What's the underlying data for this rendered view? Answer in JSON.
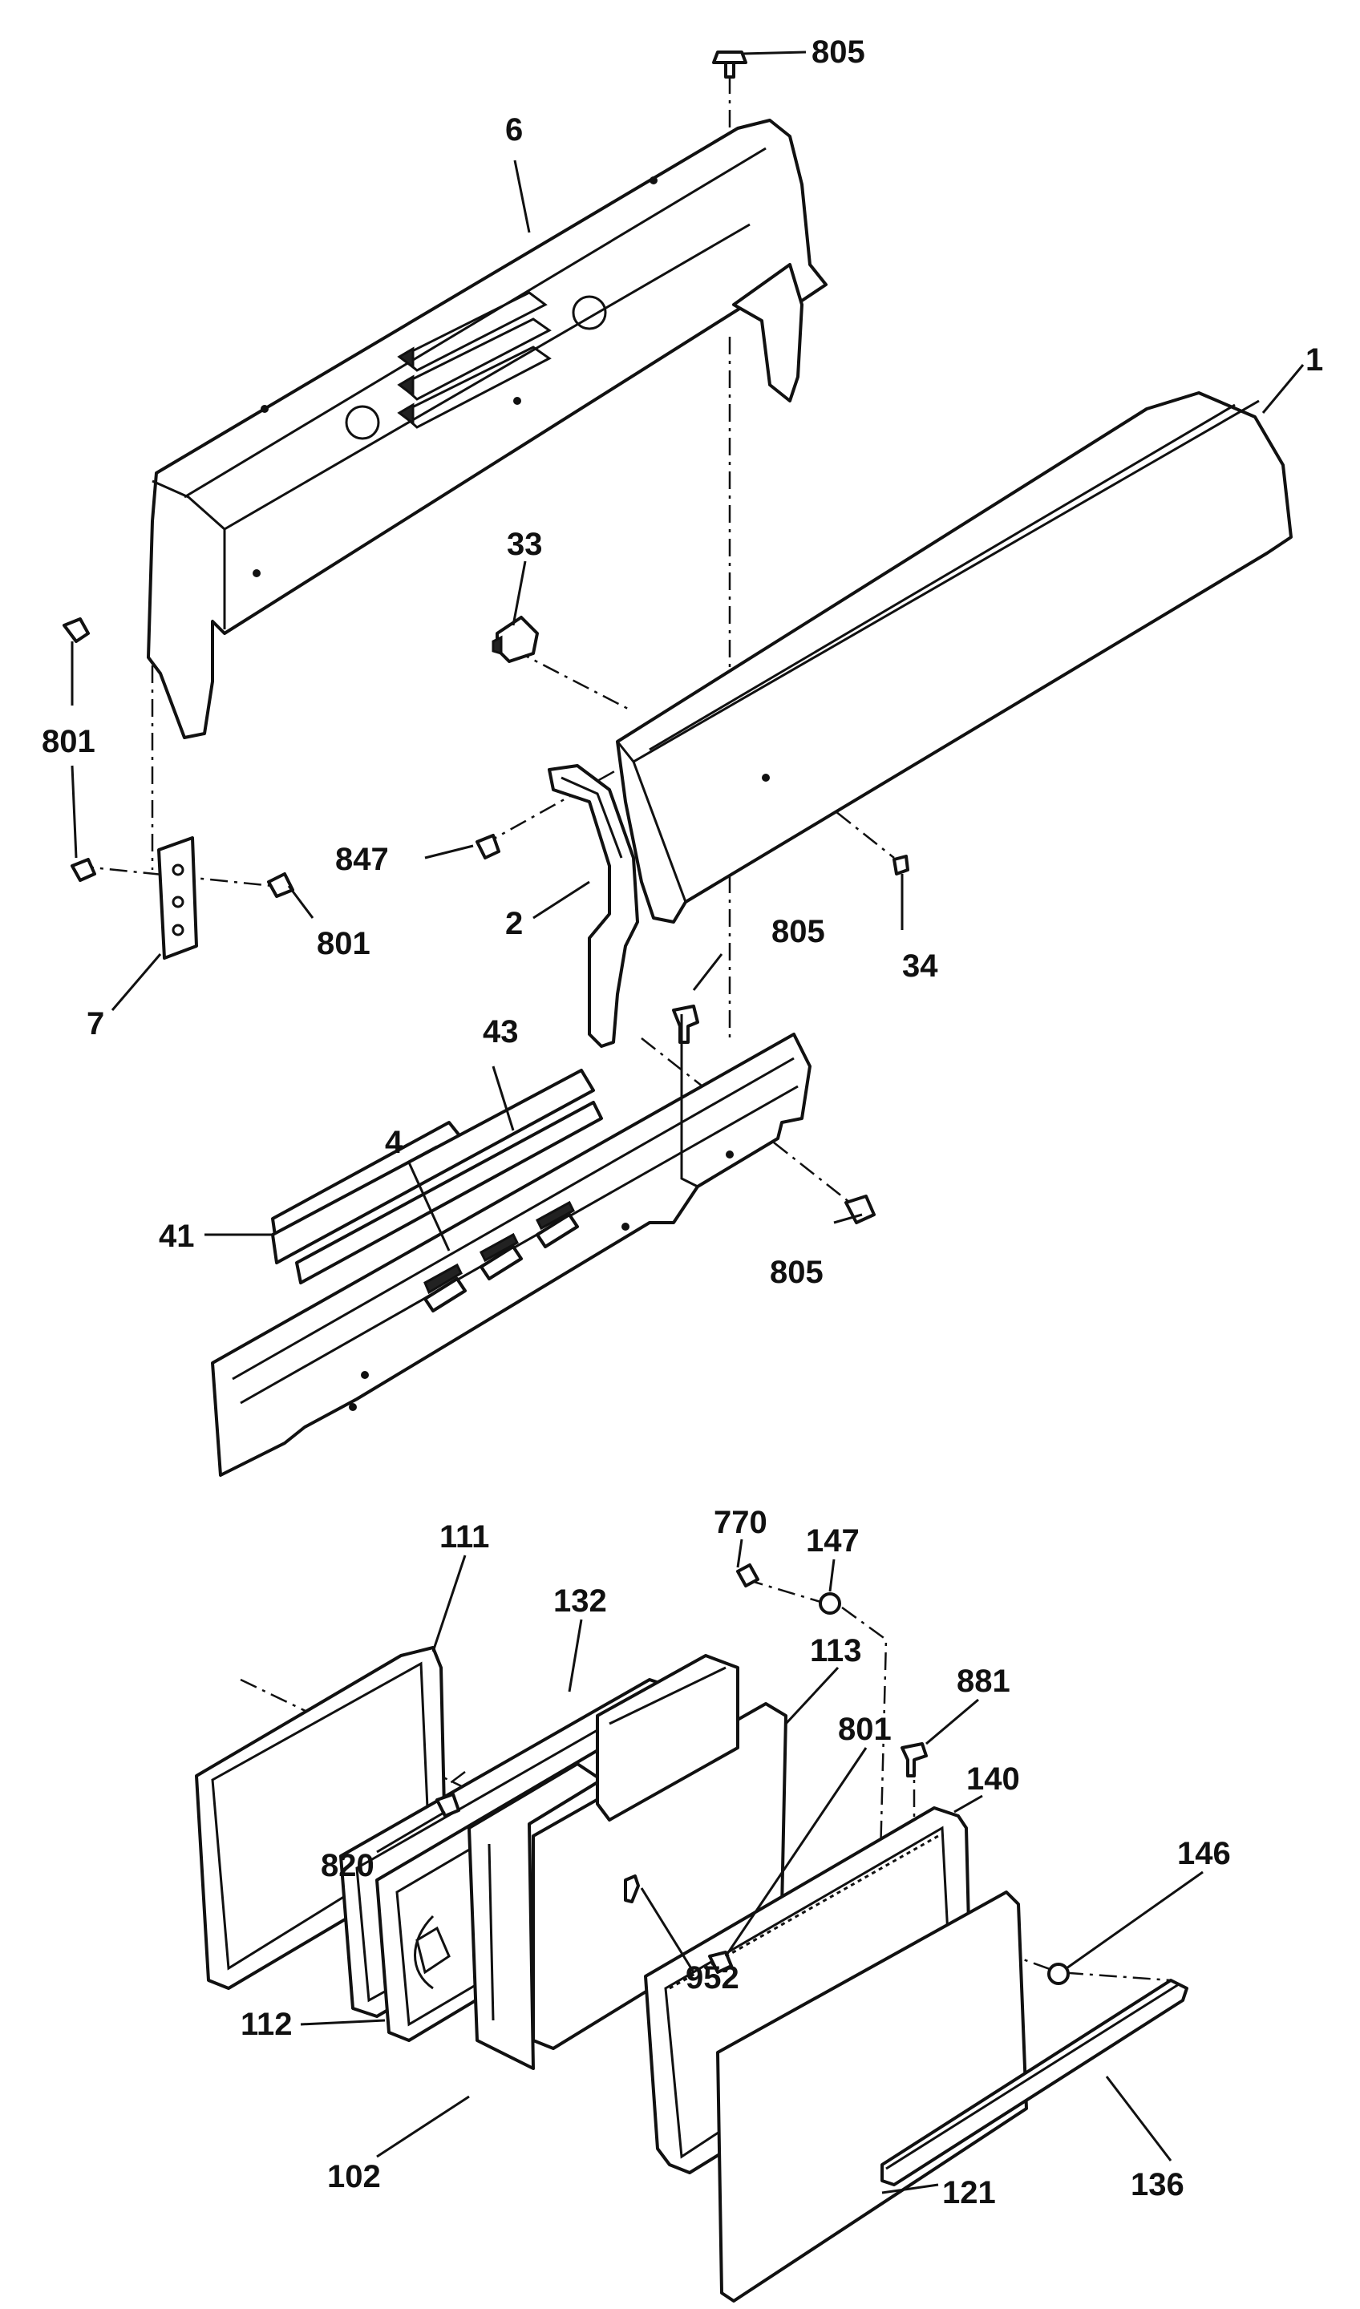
{
  "callouts": [
    {
      "id": "805-top",
      "label": "805"
    },
    {
      "id": "6",
      "label": "6"
    },
    {
      "id": "1",
      "label": "1"
    },
    {
      "id": "33",
      "label": "33"
    },
    {
      "id": "801-top",
      "label": "801"
    },
    {
      "id": "847",
      "label": "847"
    },
    {
      "id": "801-right",
      "label": "801"
    },
    {
      "id": "2",
      "label": "2"
    },
    {
      "id": "805-mid",
      "label": "805"
    },
    {
      "id": "34",
      "label": "34"
    },
    {
      "id": "7",
      "label": "7"
    },
    {
      "id": "43",
      "label": "43"
    },
    {
      "id": "4",
      "label": "4"
    },
    {
      "id": "41",
      "label": "41"
    },
    {
      "id": "805-low",
      "label": "805"
    },
    {
      "id": "770",
      "label": "770"
    },
    {
      "id": "147",
      "label": "147"
    },
    {
      "id": "111",
      "label": "111"
    },
    {
      "id": "132",
      "label": "132"
    },
    {
      "id": "881",
      "label": "881"
    },
    {
      "id": "113",
      "label": "113"
    },
    {
      "id": "140",
      "label": "140"
    },
    {
      "id": "801-door",
      "label": "801"
    },
    {
      "id": "146",
      "label": "146"
    },
    {
      "id": "820",
      "label": "820"
    },
    {
      "id": "952",
      "label": "952"
    },
    {
      "id": "112",
      "label": "112"
    },
    {
      "id": "136",
      "label": "136"
    },
    {
      "id": "102",
      "label": "102"
    },
    {
      "id": "121",
      "label": "121"
    }
  ]
}
